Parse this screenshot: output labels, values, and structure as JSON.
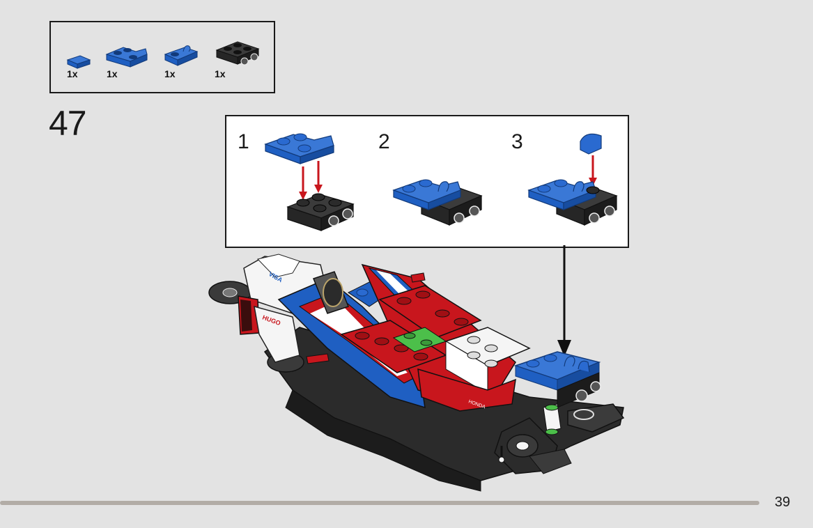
{
  "parts_list": {
    "items": [
      {
        "qty": "1x",
        "part": "blue-tile-round-corner"
      },
      {
        "qty": "1x",
        "part": "blue-plate-corner-2x2"
      },
      {
        "qty": "1x",
        "part": "blue-plate-clip"
      },
      {
        "qty": "1x",
        "part": "black-plate-wheels"
      }
    ]
  },
  "step": {
    "number": "47"
  },
  "callout": {
    "substeps": [
      {
        "number": "1"
      },
      {
        "number": "2"
      },
      {
        "number": "3"
      }
    ]
  },
  "page": {
    "number": "39"
  },
  "colors": {
    "background": "#e3e3e3",
    "lego_blue": "#1f5fc2",
    "lego_red": "#c8161d",
    "lego_black": "#2b2b2b",
    "arrow_red": "#c8161d",
    "footer_bar": "#b2aca6"
  }
}
